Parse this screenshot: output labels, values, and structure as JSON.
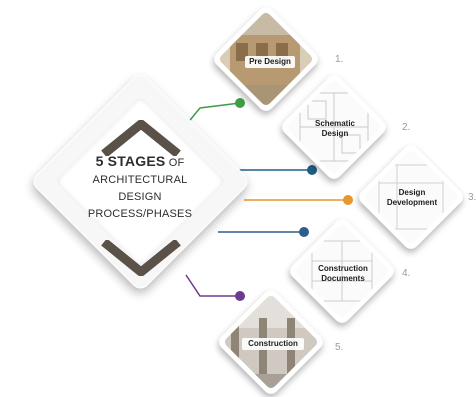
{
  "title": {
    "bold": "5 STAGES",
    "of": "OF",
    "line2": "ARCHITECTURAL",
    "line3": "DESIGN",
    "line4": "PROCESS/PHASES"
  },
  "stages": [
    {
      "label": "Pre Design",
      "number": "1.",
      "color": "#3f9d45"
    },
    {
      "label_line1": "Schematic",
      "label_line2": "Design",
      "number": "2.",
      "color": "#1f5e85"
    },
    {
      "label_line1": "Design",
      "label_line2": "Development",
      "number": "3.",
      "color": "#e8962d"
    },
    {
      "label_line1": "Construction",
      "label_line2": "Documents",
      "number": "4.",
      "color": "#2e5f8b"
    },
    {
      "label": "Construction",
      "number": "5.",
      "color": "#6d3a8e"
    }
  ]
}
